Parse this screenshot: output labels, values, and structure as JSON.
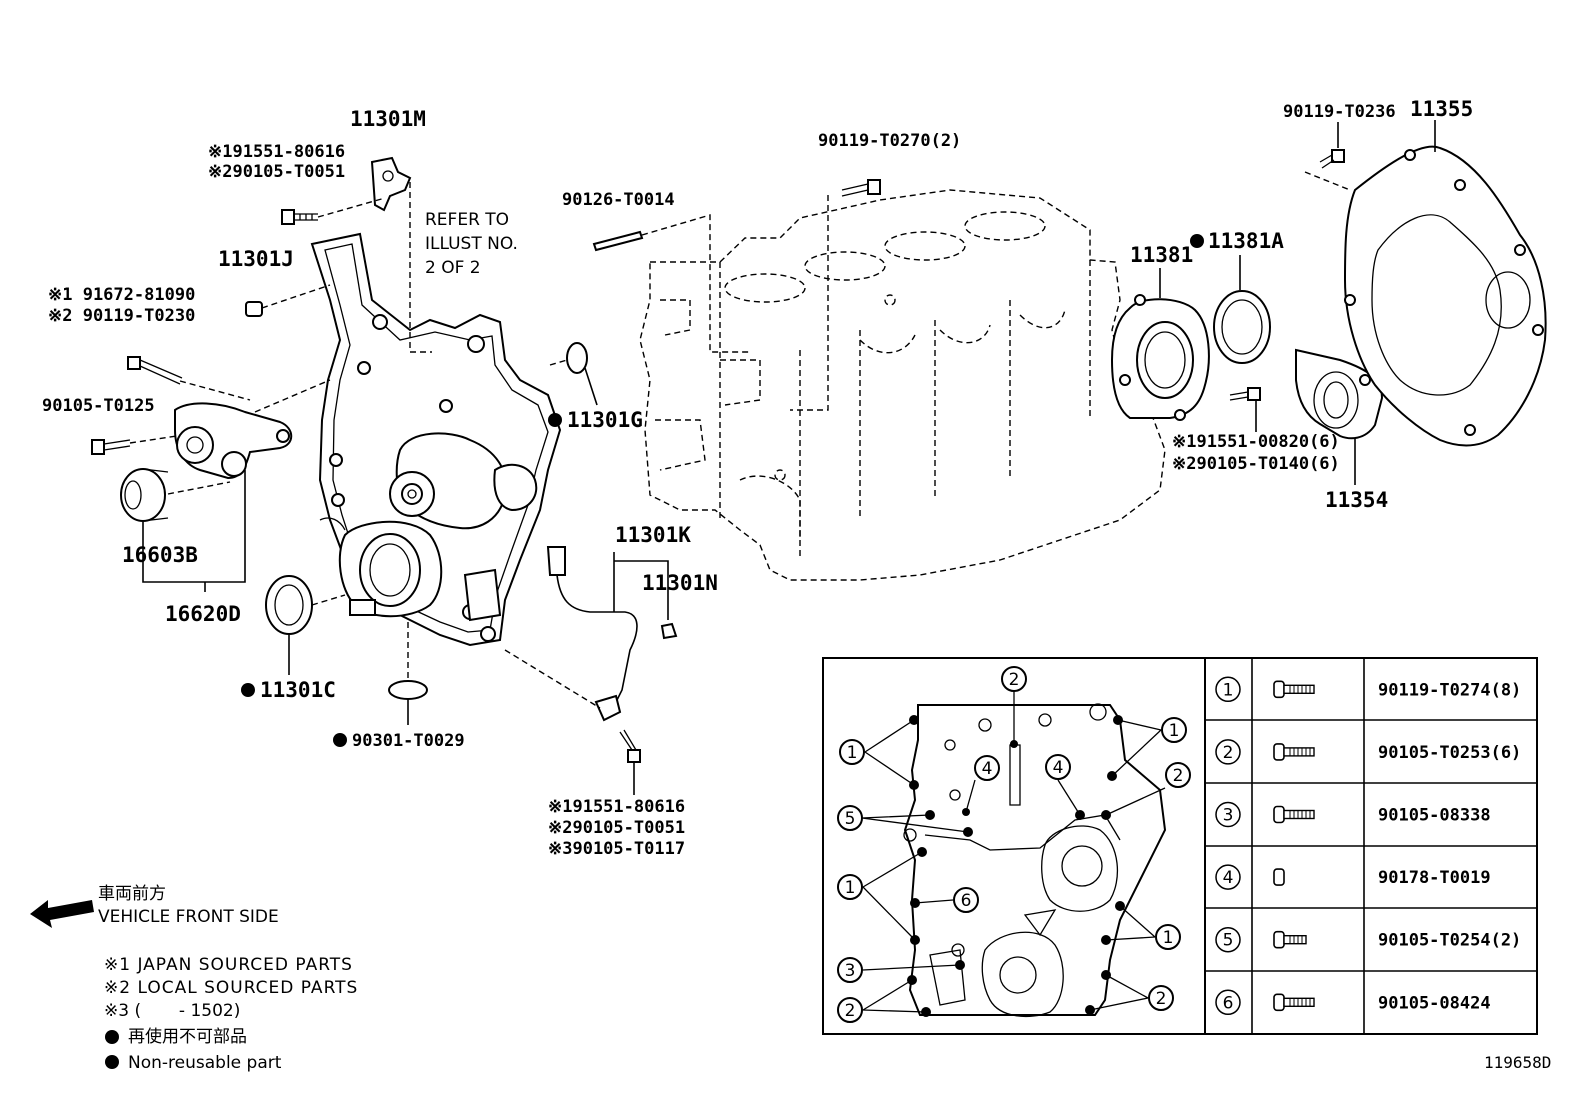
{
  "parts": {
    "p11301M": "11301M",
    "p11301M_note1": "※191551-80616",
    "p11301M_note2": "※290105-T0051",
    "refer_line1": "REFER TO",
    "refer_line2": "ILLUST NO.",
    "refer_line3": "2 OF 2",
    "p11301J": "11301J",
    "p91672_1": "※1 91672-81090",
    "p91672_2": "※2 90119-T0230",
    "p90105_T0125": "90105-T0125",
    "p16603B": "16603B",
    "p16620D": "16620D",
    "p11301C": "11301C",
    "p90301_T0029": "90301-T0029",
    "p11301G": "11301G",
    "p90126_T0014": "90126-T0014",
    "p90119_T0270": "90119-T0270(2)",
    "p11301K": "11301K",
    "p11301N": "11301N",
    "sensor_note1": "※191551-80616",
    "sensor_note2": "※290105-T0051",
    "sensor_note3": "※390105-T0117",
    "p11381": "11381",
    "p11381A": "11381A",
    "seal_note1": "※191551-00820(6)",
    "seal_note2": "※290105-T0140(6)",
    "p11354": "11354",
    "p90119_T0236": "90119-T0236",
    "p11355": "11355"
  },
  "legend": {
    "front_jp": "車両前方",
    "front_en": "VEHICLE FRONT SIDE",
    "note1": "※1 JAPAN SOURCED PARTS",
    "note2": "※2 LOCAL SOURCED PARTS",
    "note3": "※3 (       - 1502)",
    "nonreuse_jp": "再使用不可部品",
    "nonreuse_en": "Non-reusable part"
  },
  "bolt_table": [
    {
      "num": "1",
      "part": "90119-T0274(8)",
      "icon": "long-bolt-icon"
    },
    {
      "num": "2",
      "part": "90105-T0253(6)",
      "icon": "long-bolt-icon"
    },
    {
      "num": "3",
      "part": "90105-08338",
      "icon": "long-bolt-icon"
    },
    {
      "num": "4",
      "part": "90178-T0019",
      "icon": "nut-icon"
    },
    {
      "num": "5",
      "part": "90105-T0254(2)",
      "icon": "short-bolt-icon"
    },
    {
      "num": "6",
      "part": "90105-08424",
      "icon": "long-bolt-icon"
    }
  ],
  "inset_callouts": [
    "2",
    "1",
    "1",
    "4",
    "4",
    "2",
    "5",
    "1",
    "6",
    "1",
    "3",
    "2",
    "2"
  ],
  "figure_id": "119658D"
}
